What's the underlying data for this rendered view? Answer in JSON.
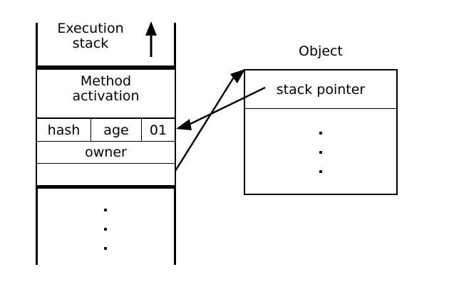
{
  "diagram": {
    "title": "Execution stack and object with stack pointer",
    "background_color": "#ffffff",
    "line_color": "#000000"
  },
  "exec_stack": {
    "header_label": "Execution\nstack",
    "growth_arrow_icon": "up-arrow-icon",
    "frames": [
      {
        "name": "method-activation",
        "label": "Method\nactivation"
      }
    ],
    "header_fields": [
      {
        "name": "hash",
        "label": "hash"
      },
      {
        "name": "age",
        "label": "age"
      },
      {
        "name": "bits",
        "label": "01"
      }
    ],
    "owner_row": {
      "name": "owner",
      "label": "owner"
    },
    "slack_row": {
      "name": "slack",
      "label": ""
    },
    "lower_region_dots": 3
  },
  "object": {
    "title": "Object",
    "fields": [
      {
        "name": "stack-pointer",
        "label": "stack pointer"
      }
    ],
    "body_dots": 3
  },
  "arrows": [
    {
      "name": "owner-to-object",
      "from": "owner row right edge",
      "to": "object top-left corner",
      "label": ""
    },
    {
      "name": "stack-pointer-to-bits",
      "from": "stack pointer field",
      "to": "01 field",
      "label": ""
    }
  ]
}
